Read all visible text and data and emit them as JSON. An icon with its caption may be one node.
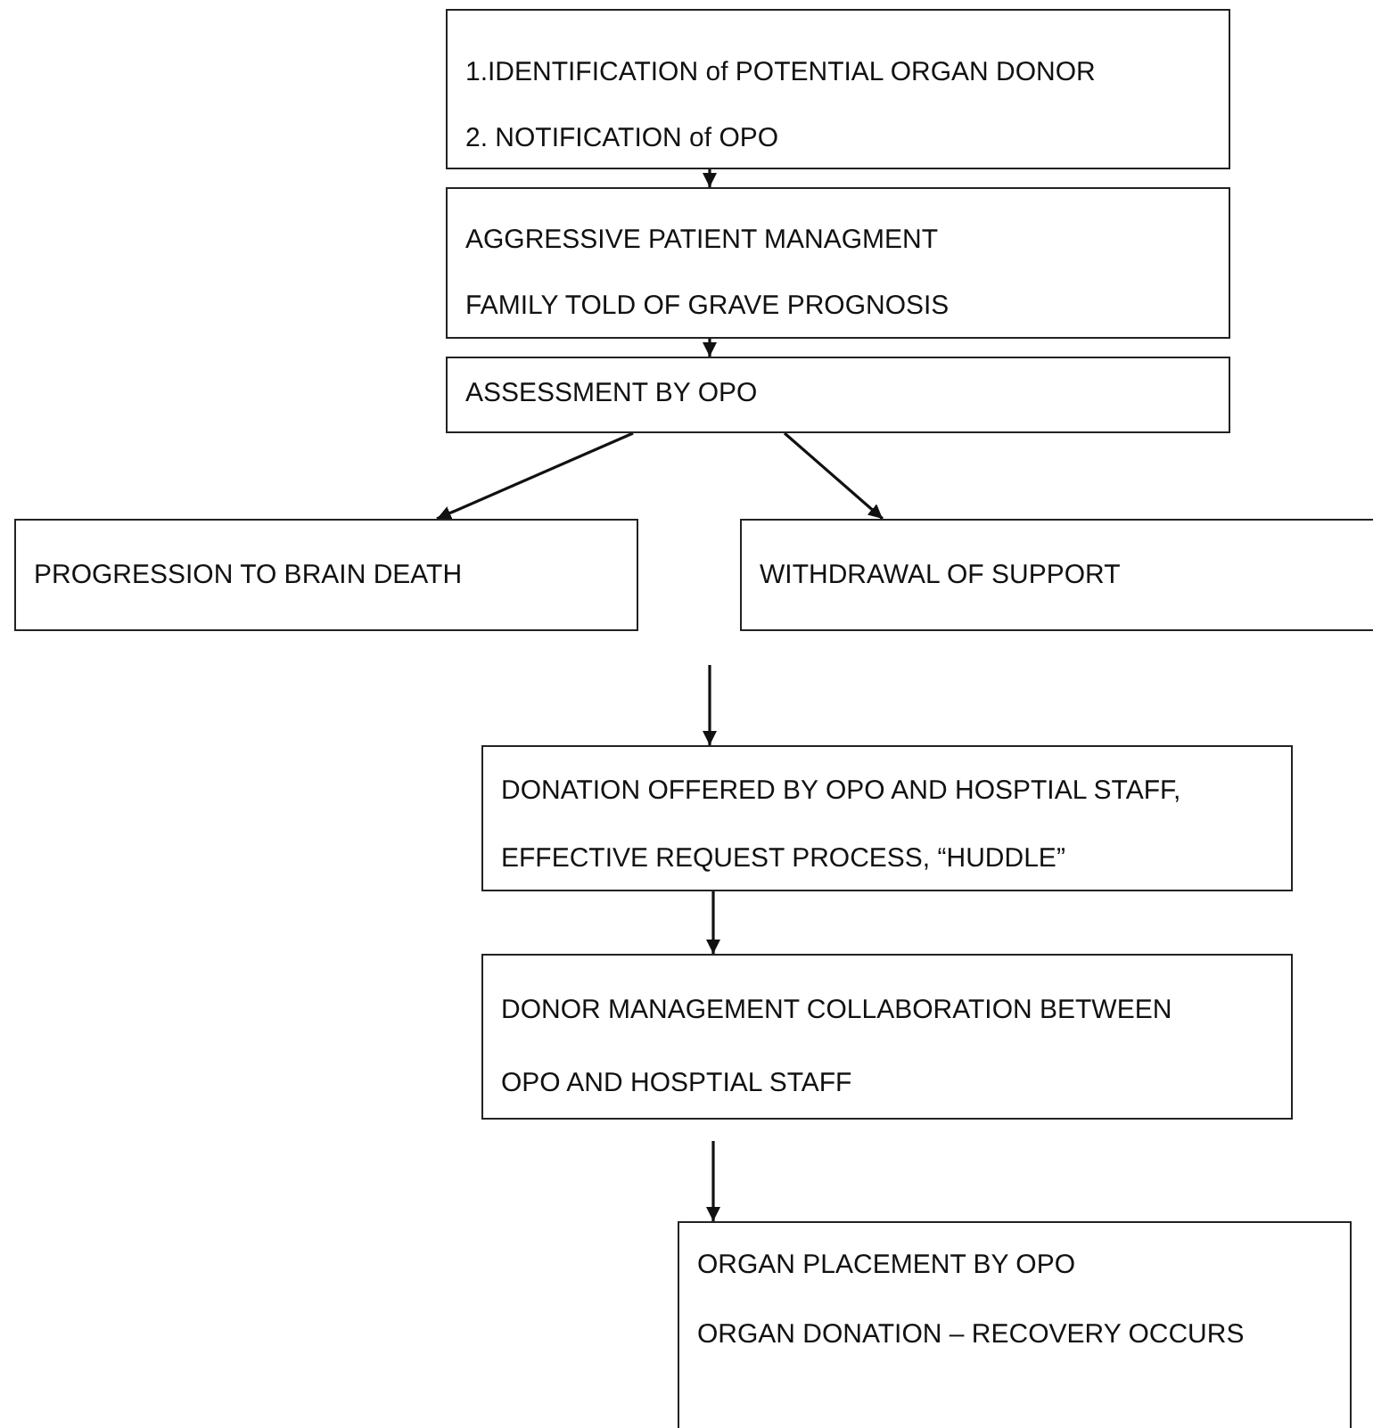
{
  "diagram": {
    "nodes": [
      {
        "text": [
          "1.IDENTIFICATION of POTENTIAL ORGAN DONOR",
          "2. NOTIFICATION  of OPO"
        ]
      },
      {
        "text": [
          "AGGRESSIVE PATIENT MANAGMENT",
          "FAMILY TOLD OF GRAVE PROGNOSIS"
        ]
      },
      {
        "text": [
          "ASSESSMENT BY OPO"
        ]
      },
      {
        "text": [
          "PROGRESSION TO BRAIN DEATH"
        ]
      },
      {
        "text": [
          "WITHDRAWAL OF SUPPORT"
        ]
      },
      {
        "text": [
          "DONATION OFFERED BY OPO AND HOSPTIAL STAFF, EFFECTIVE REQUEST PROCESS, “HUDDLE”"
        ]
      },
      {
        "text": [
          "DONOR MANAGEMENT COLLABORATION BETWEEN OPO AND HOSPTIAL STAFF"
        ]
      },
      {
        "text": [
          "ORGAN PLACEMENT BY OPO",
          "ORGAN DONATION – RECOVERY OCCURS"
        ]
      }
    ],
    "edges": [
      {
        "from": 0,
        "to": 1,
        "arrow": "to"
      },
      {
        "from": 1,
        "to": 2,
        "arrow": "to"
      },
      {
        "from": 2,
        "to": 3,
        "arrow": "to"
      },
      {
        "from": 2,
        "to": 4,
        "arrow": "to"
      },
      {
        "from": null,
        "to": 5,
        "arrow": "to"
      },
      {
        "from": 5,
        "to": 6,
        "arrow": "to"
      },
      {
        "from": 6,
        "to": 7,
        "arrow": "to"
      }
    ]
  }
}
